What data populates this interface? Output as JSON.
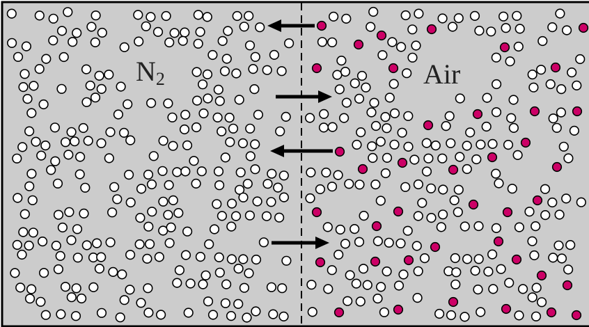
{
  "labels": {
    "left": {
      "text": "N",
      "subscript": "2"
    },
    "right": {
      "text": "Air"
    }
  },
  "colors": {
    "background": "#cccccc",
    "nitrogen": "#ffffff",
    "other": "#cc0066",
    "outline": "#000000"
  }
}
